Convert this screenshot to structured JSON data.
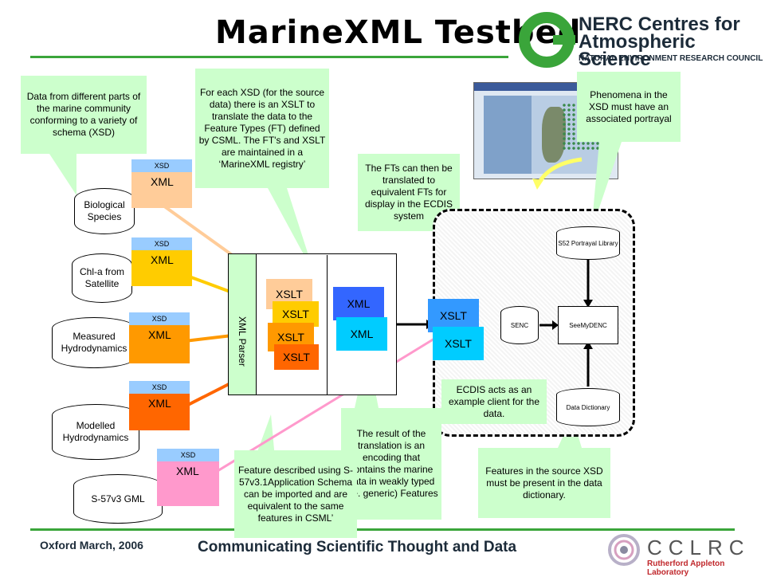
{
  "title": "MarineXML Testbed",
  "logo": {
    "nerc_line1": "NERC Centres for",
    "nerc_line2": "Atmospheric Science",
    "nerc_line3": "NATURAL ENVIRONMENT RESEARCH COUNCIL",
    "cclrc_name": "CCLRC",
    "cclrc_sub": "Rutherford Appleton Laboratory"
  },
  "footer": {
    "left": "Oxford March, 2006",
    "center": "Communicating Scientific Thought and Data"
  },
  "notes": {
    "data_sources": "Data from different parts of the marine community conforming to a variety of schema (XSD)",
    "xslt_info": "For each XSD (for the source data) there is an XSLT to translate the data to the Feature Types (FT) defined by CSML. The FT's and XSLT are maintained in a ‘MarineXML registry’",
    "ft_translate": "The FTs can then be translated to equivalent FTs for display in the ECDIS system",
    "phenomena": "Phenomena in the XSD must have an associated portrayal",
    "ecdis": "ECDIS acts as an example client for the data.",
    "result": "The result of the translation is an encoding that contains the marine data in weakly typed (i.e. generic) Features",
    "features_source": "Features in the source XSD must be present in the data dictionary.",
    "s57": "Feature described using S-57v3.1Application Schema can be imported and are equivalent to the same features in CSML’"
  },
  "sources": [
    {
      "name": "Biological Species",
      "xsd": "XSD",
      "xml": "XML"
    },
    {
      "name": "Chl-a from Satellite",
      "xsd": "XSD",
      "xml": "XML"
    },
    {
      "name": "Measured Hydrodynamics",
      "xsd": "XSD",
      "xml": "XML"
    },
    {
      "name": "Modelled Hydrodynamics",
      "xsd": "XSD",
      "xml": "XML"
    },
    {
      "name": "S-57v3 GML",
      "xsd": "XSD",
      "xml": "XML"
    }
  ],
  "parser_label": "XML Parser",
  "xslt_label": "XSLT",
  "xml_label": "XML",
  "ecdis": {
    "portrayal": "S52 Portrayal Library",
    "senc": "SENC",
    "seemydenc": "SeeMyDENC",
    "dictionary": "Data Dictionary"
  },
  "colors": {
    "note_bg": "#ccffcc",
    "rule": "#3aa53a",
    "xsd_head": "#99ccff",
    "bio": "#ffcc99",
    "chla": "#ffcc00",
    "measured": "#ff9900",
    "modelled": "#ff6600",
    "s57": "#ff99cc",
    "xml_blue": "#3366ff",
    "xslt_blue": "#3399ff"
  }
}
